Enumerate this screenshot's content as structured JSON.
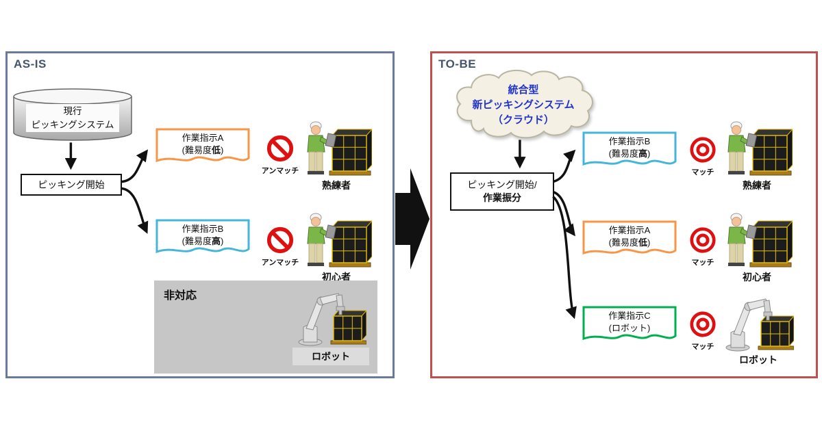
{
  "colors": {
    "as_is_border": "#6a7a9c",
    "to_be_border": "#c0504d",
    "doc_orange": "#f79646",
    "doc_blue": "#45b6d9",
    "doc_green": "#00b050",
    "sign_red": "#dd1111",
    "cloud_text": "#2233cc",
    "title_color": "#44546a",
    "arrow_black": "#111111"
  },
  "as_is": {
    "title": "AS-IS",
    "db": {
      "line1": "現行",
      "line2": "ピッキングシステム"
    },
    "start_box": {
      "label": "ピッキング開始"
    },
    "doc_a": {
      "line1": "作業指示A",
      "pre": "(難易度",
      "em": "低",
      "post": ")"
    },
    "doc_b": {
      "line1": "作業指示B",
      "pre": "(難易度",
      "em": "高",
      "post": ")"
    },
    "unmatch": "アンマッチ",
    "expert": "熟練者",
    "beginner": "初心者",
    "not_supported": "非対応",
    "robot": "ロボット"
  },
  "to_be": {
    "title": "TO-BE",
    "cloud": {
      "line1": "統合型",
      "line2": "新ピッキングシステム",
      "line3": "（クラウド）"
    },
    "start_box": {
      "line1": "ピッキング開始/",
      "line2": "作業振分"
    },
    "doc_b": {
      "line1": "作業指示B",
      "pre": "(難易度",
      "em": "高",
      "post": ")"
    },
    "doc_a": {
      "line1": "作業指示A",
      "pre": "(難易度",
      "em": "低",
      "post": ")"
    },
    "doc_c": {
      "line1": "作業指示C",
      "line2": "(ロボット)"
    },
    "match": "マッチ",
    "expert": "熟練者",
    "beginner": "初心者",
    "robot": "ロボット"
  }
}
